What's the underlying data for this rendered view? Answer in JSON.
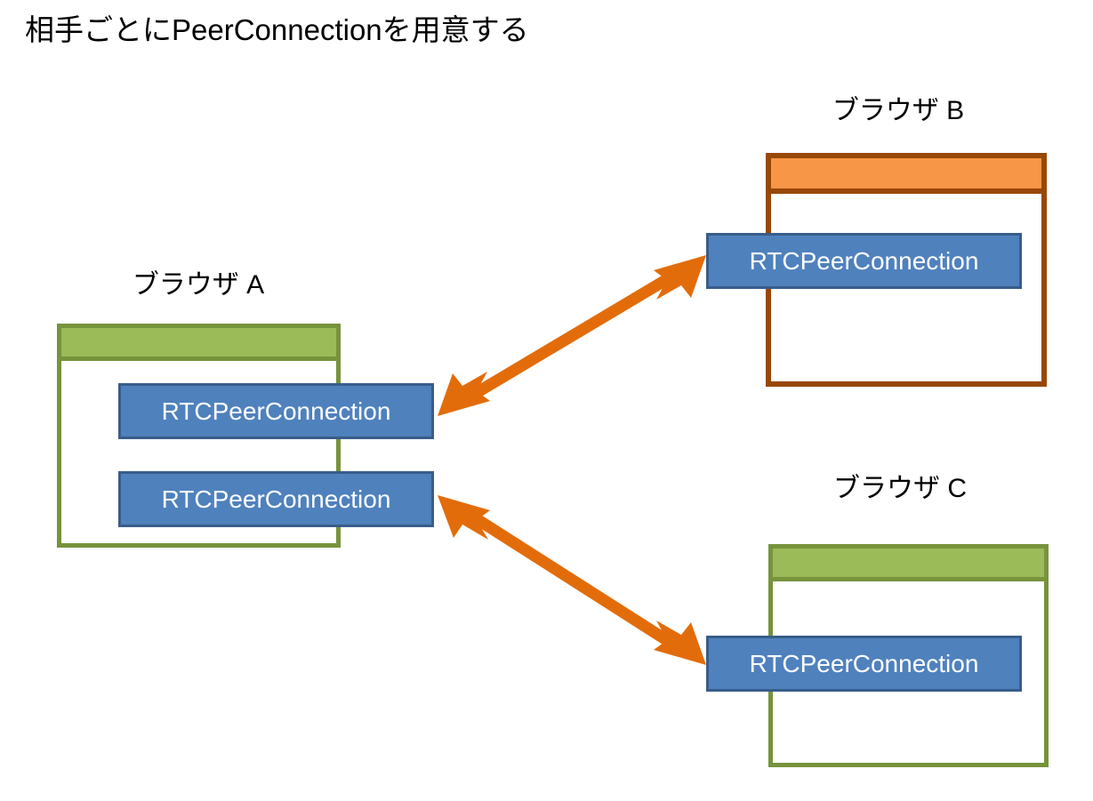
{
  "slide": {
    "title": "相手ごとにPeerConnectionを用意する",
    "background": "#ffffff"
  },
  "colors": {
    "blue_fill": "#4F81BD",
    "blue_border": "#385D8A",
    "green_fill": "#9BBB59",
    "green_border": "#77933C",
    "orange_fill": "#F79646",
    "orange_border": "#984806",
    "arrow": "#E36C0A",
    "text_light": "#FFFFFF",
    "text_dark": "#000000"
  },
  "browsers": [
    {
      "id": "a",
      "caption": "ブラウザ A",
      "theme": "green",
      "peer_connections": [
        {
          "label": "RTCPeerConnection"
        },
        {
          "label": "RTCPeerConnection"
        }
      ]
    },
    {
      "id": "b",
      "caption": "ブラウザ B",
      "theme": "orange",
      "peer_connections": [
        {
          "label": "RTCPeerConnection"
        }
      ]
    },
    {
      "id": "c",
      "caption": "ブラウザ C",
      "theme": "green",
      "peer_connections": [
        {
          "label": "RTCPeerConnection"
        }
      ]
    }
  ],
  "connections": [
    {
      "id": "a-b",
      "from": "browser-a-peerconnection-1",
      "to": "browser-b-peerconnection-1",
      "style": "double-headed",
      "color": "#E36C0A"
    },
    {
      "id": "a-c",
      "from": "browser-a-peerconnection-2",
      "to": "browser-c-peerconnection-1",
      "style": "double-headed",
      "color": "#E36C0A"
    }
  ]
}
